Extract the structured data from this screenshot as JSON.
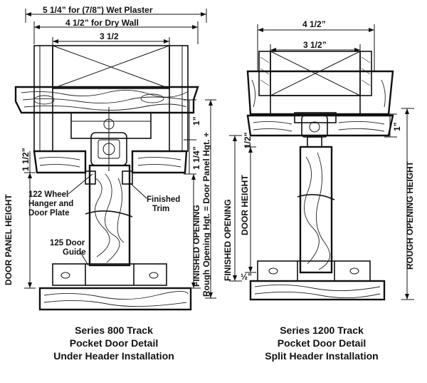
{
  "left_detail": {
    "dim_wet_plaster": "5 1/4” for (7/8”) Wet Plaster",
    "dim_dry_wall": "4 1/2” for Dry Wall",
    "dim_stud": "3 1/2",
    "dim_1_half": "1 1/2”",
    "dim_1": "1”",
    "dim_1_quarter": "1 1/4”",
    "label_door_panel_height": "DOOR PANEL HEIGHT",
    "label_wheel_hanger_1": "122 Wheel",
    "label_wheel_hanger_2": "Hanger and",
    "label_wheel_hanger_3": "Door Plate",
    "label_finished_trim_1": "Finished",
    "label_finished_trim_2": "Trim",
    "label_door_guide_1": "125 Door",
    "label_door_guide_2": "Guide",
    "label_finished_opening": "FINISHED OPENING",
    "label_rough_opening_formula": "Rough Opening Hgt. = Door Panel Hgt. +",
    "caption_1": "Series 800 Track",
    "caption_2": "Pocket Door Detail",
    "caption_3": "Under Header Installation"
  },
  "right_detail": {
    "dim_4_half": "4 1/2”",
    "dim_3_half": "3 1/2”",
    "dim_1": "1”",
    "dim_half_top": "1/2”",
    "dim_half_bottom": "½”",
    "label_finished_opening": "FINISHED OPENING",
    "label_door_height": "DOOR HEIGHT",
    "label_rough_opening_height": "ROUGH OPENING HEIGHT",
    "caption_1": "Series 1200 Track",
    "caption_2": "Pocket Door Detail",
    "caption_3": "Split Header Installation"
  }
}
